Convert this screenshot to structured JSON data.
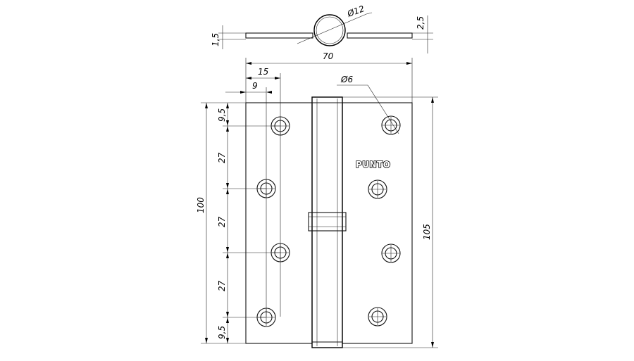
{
  "brand_mark": "PUNTO",
  "dimensions": {
    "pin_diameter": "Ø12",
    "plate_thickness": "2,5",
    "leaf_thickness": "1,5",
    "overall_width": "70",
    "hole_offset_outer": "15",
    "hole_offset_inner": "9",
    "hole_diameter": "Ø6",
    "leaf_height": "100",
    "knuckle_height": "105",
    "edge_top": "9,5",
    "pitch_1": "27",
    "pitch_2": "27",
    "pitch_3": "27",
    "edge_bottom": "9,5"
  }
}
